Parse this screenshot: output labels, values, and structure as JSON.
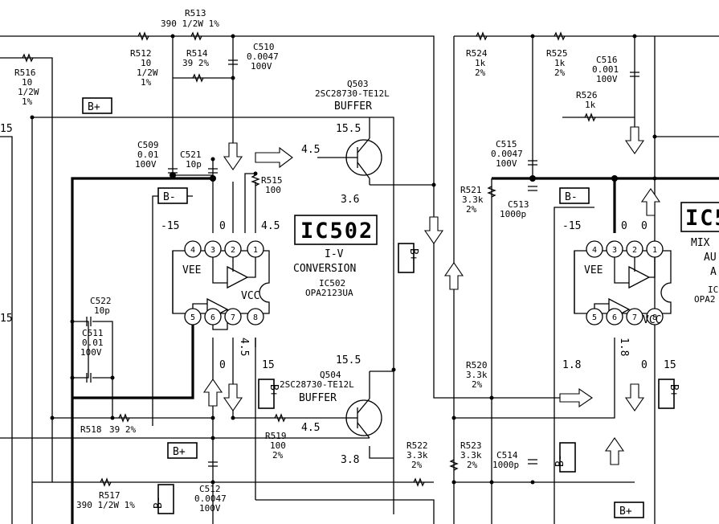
{
  "components": {
    "R513": {
      "ref": "R513",
      "value": "390 1/2W 1%"
    },
    "R512": {
      "ref": "R512",
      "v1": "10",
      "v2": "1/2W",
      "v3": "1%"
    },
    "R514": {
      "ref": "R514",
      "value": "39 2%"
    },
    "C510": {
      "ref": "C510",
      "v1": "0.0047",
      "v2": "100V"
    },
    "R516": {
      "ref": "R516",
      "v1": "10",
      "v2": "1/2W",
      "v3": "1%"
    },
    "C509": {
      "ref": "C509",
      "v1": "0.01",
      "v2": "100V"
    },
    "C521": {
      "ref": "C521",
      "value": "10p"
    },
    "R515": {
      "ref": "R515",
      "value": "100"
    },
    "Q503": {
      "ref": "Q503",
      "part": "2SC28730-TE12L",
      "role": "BUFFER"
    },
    "Q504": {
      "ref": "Q504",
      "part": "2SC28730-TE12L",
      "role": "BUFFER"
    },
    "R524": {
      "ref": "R524",
      "v1": "1k",
      "v2": "2%"
    },
    "R525": {
      "ref": "R525",
      "v1": "1k",
      "v2": "2%"
    },
    "C516": {
      "ref": "C516",
      "v1": "0.001",
      "v2": "100V"
    },
    "R526": {
      "ref": "R526",
      "value": "1k"
    },
    "C515": {
      "ref": "C515",
      "v1": "0.0047",
      "v2": "100V"
    },
    "R521": {
      "ref": "R521",
      "v1": "3.3k",
      "v2": "2%"
    },
    "C513": {
      "ref": "C513",
      "value": "1000p"
    },
    "C522": {
      "ref": "C522",
      "value": "10p"
    },
    "C511": {
      "ref": "C511",
      "v1": "0.01",
      "v2": "100V"
    },
    "R518": {
      "ref": "R518",
      "value": "39 2%"
    },
    "R519": {
      "ref": "R519",
      "v1": "100",
      "v2": "2%"
    },
    "R520": {
      "ref": "R520",
      "v1": "3.3k",
      "v2": "2%"
    },
    "R522": {
      "ref": "R522",
      "v1": "3.3k",
      "v2": "2%"
    },
    "R523": {
      "ref": "R523",
      "v1": "3.3k",
      "v2": "2%"
    },
    "C514": {
      "ref": "C514",
      "value": "1000p"
    },
    "R517": {
      "ref": "R517",
      "value": "390 1/2W 1%"
    },
    "C512": {
      "ref": "C512",
      "v1": "0.0047",
      "v2": "100V"
    }
  },
  "ic502": {
    "title": "IC502",
    "func1": "I-V",
    "func2": "CONVERSION",
    "ref": "IC502",
    "part": "OPA2123UA",
    "vee": "VEE",
    "vcc": "VCC",
    "pins": [
      "4",
      "3",
      "2",
      "1",
      "5",
      "6",
      "7",
      "8"
    ]
  },
  "ic_right": {
    "title": "IC5",
    "line1": "MIX",
    "line2": "AU",
    "line3": "A",
    "ref": "IC",
    "part": "OPA2",
    "vee": "VEE",
    "vcc": "VCC",
    "pins": [
      "4",
      "3",
      "2",
      "1",
      "5",
      "6",
      "7",
      "8"
    ]
  },
  "rails": {
    "bplus": "B+",
    "bminus": "B-"
  },
  "voltages": {
    "v15": "15",
    "v155": "15.5",
    "vm15": "-15",
    "v0": "0",
    "v45": "4.5",
    "v36": "3.6",
    "v38": "3.8",
    "v18": "1.8"
  }
}
